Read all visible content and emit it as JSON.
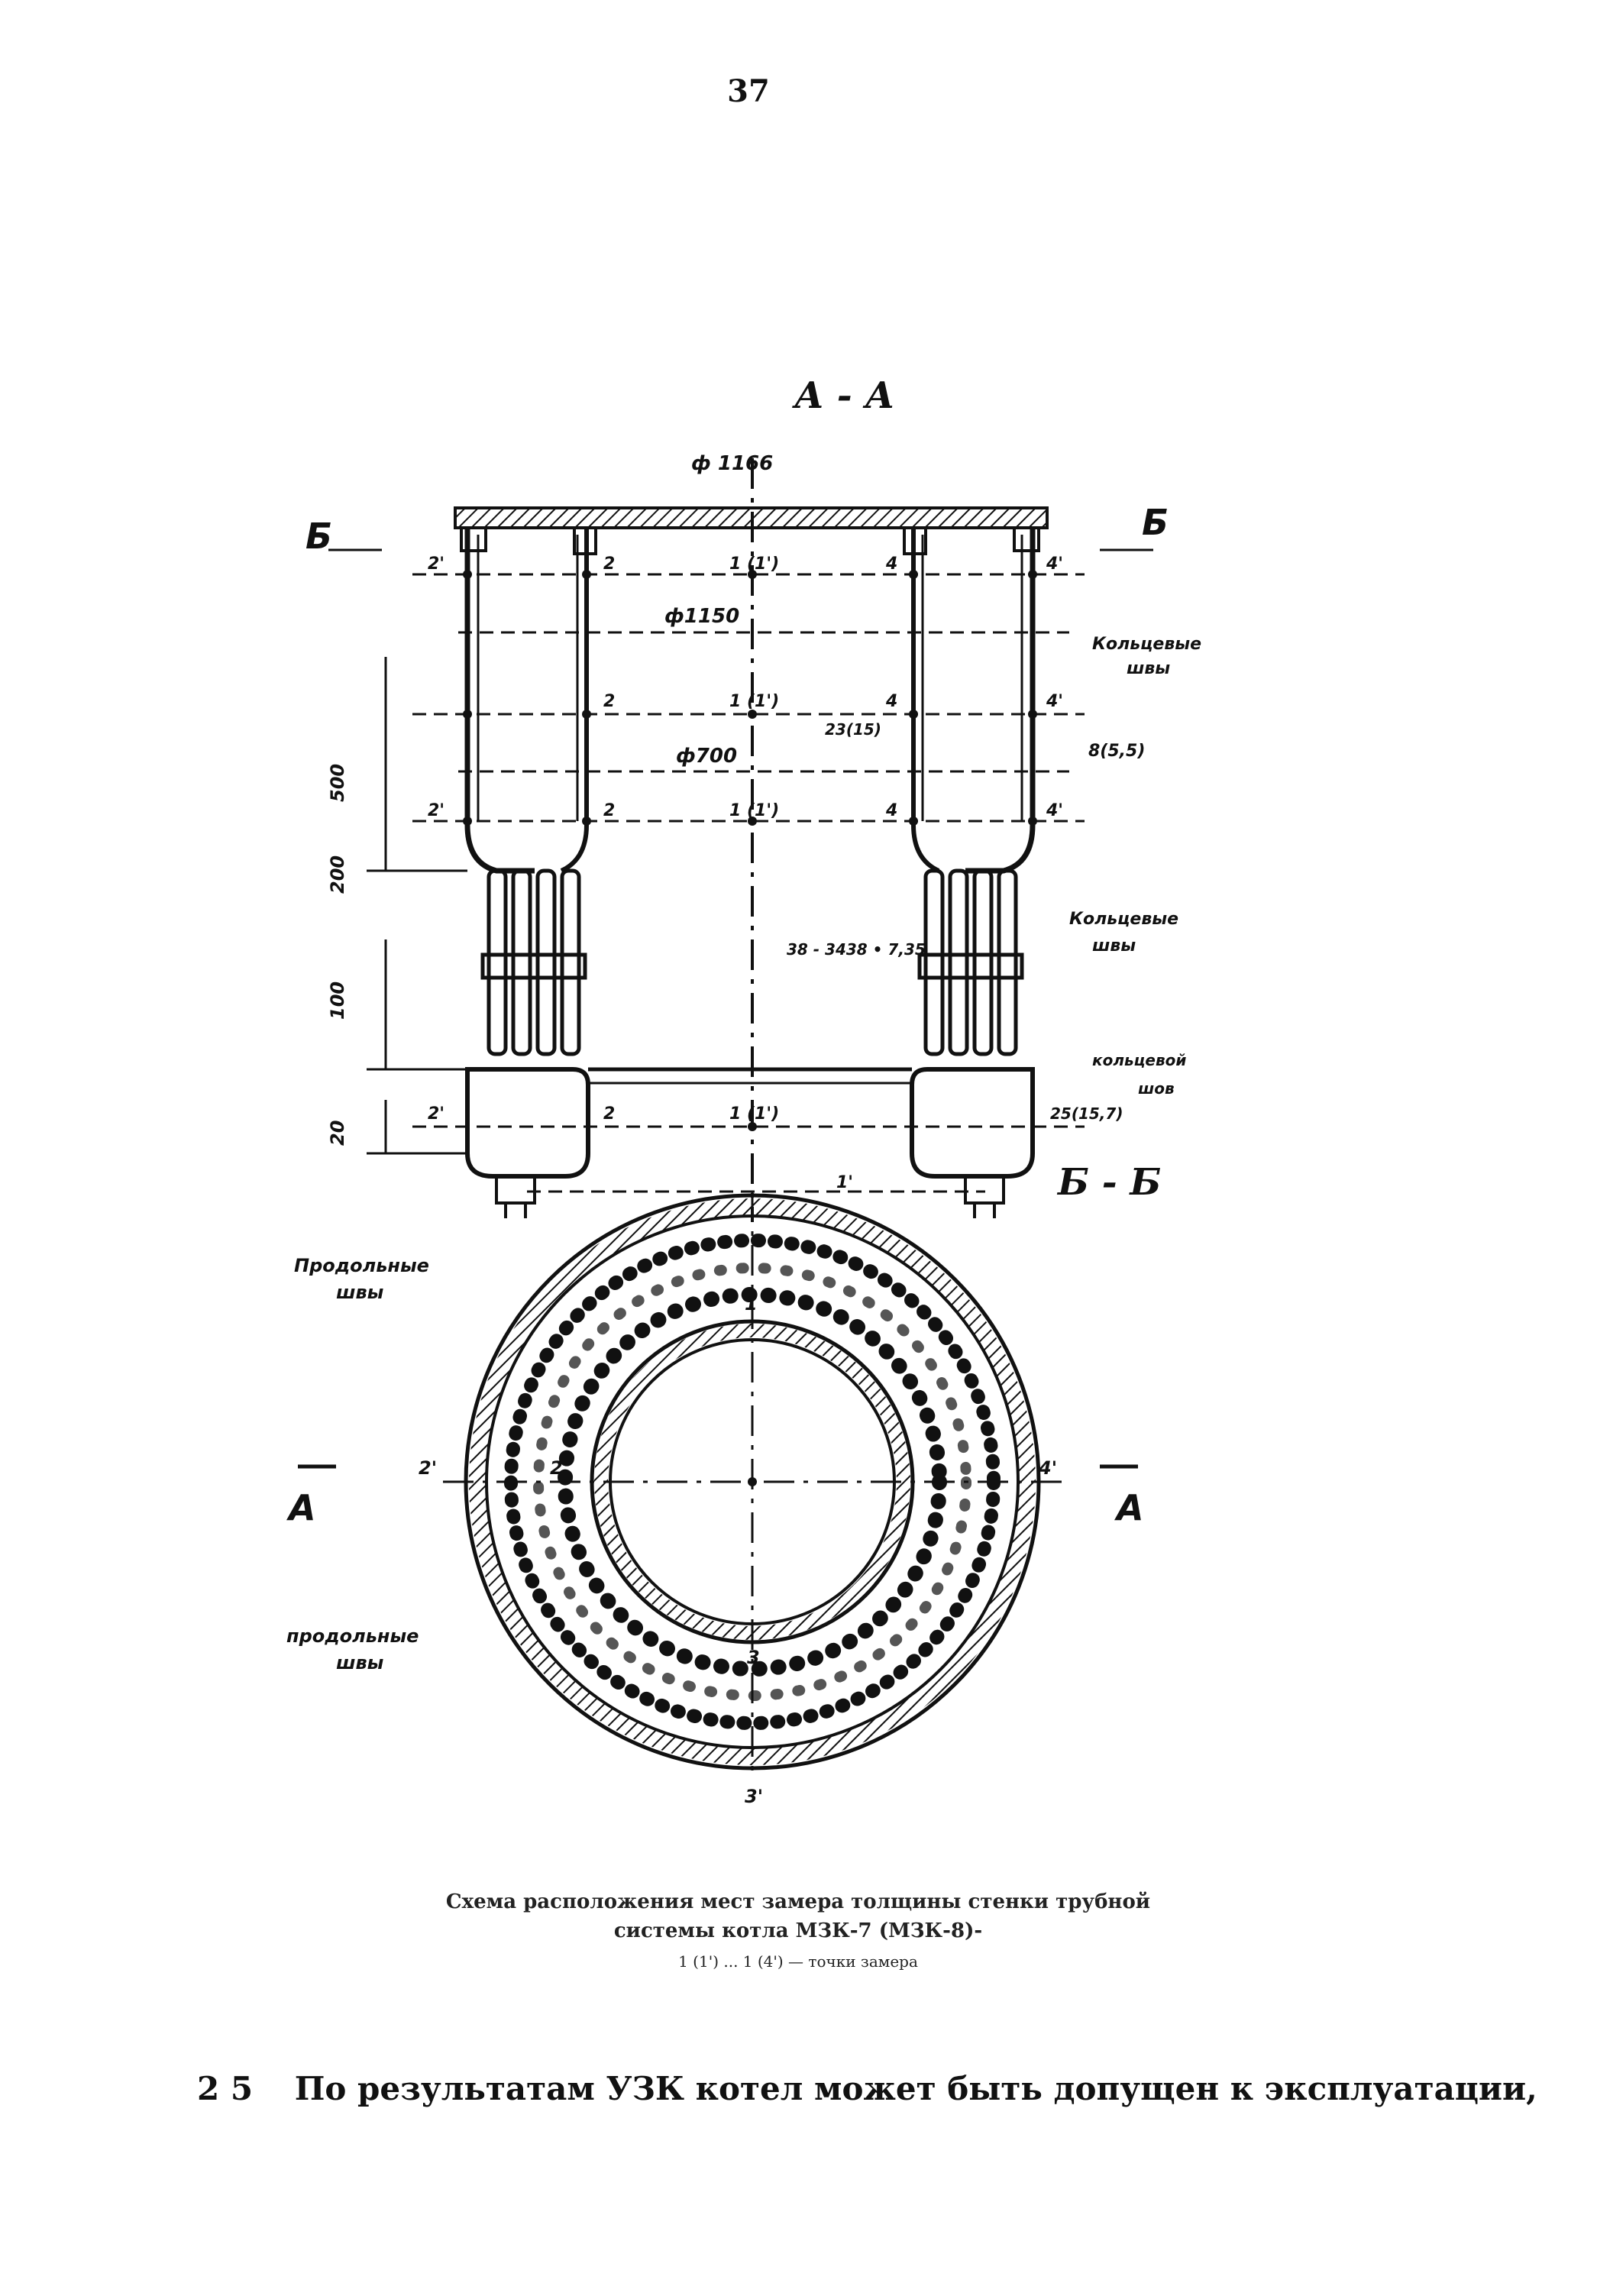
{
  "page_number": "37",
  "section_aa": "А - А",
  "section_bb": "Б - Б",
  "labels": {
    "dia_top": "ф 1166",
    "dia_1150": "ф1150",
    "dia_700": "ф700",
    "b_left": "Б",
    "b_right": "Б",
    "a_left": "А",
    "a_right": "А",
    "ring_seam_1": "Кольцевые",
    "ring_seam_1b": "швы",
    "ring_seam_2": "Кольцевые",
    "ring_seam_2b": "швы",
    "ring_seam_3": "кольцевой",
    "ring_seam_3b": "шов",
    "long_seam_1": "Продольные",
    "long_seam_1b": "швы",
    "long_seam_2": "продольные",
    "long_seam_2b": "швы",
    "thickness_8": "8(5,5)",
    "thickness_25": "25(15,7)",
    "pipe_spec": "38 - 3438 • 7,35",
    "dim_500": "500",
    "dim_200": "200",
    "dim_100": "100",
    "dim_20": "20",
    "point_1_1": "1 (1')",
    "point_2": "2",
    "point_2p": "2'",
    "point_3": "3",
    "point_3p": "3'",
    "point_4": "4",
    "point_4p": "4'",
    "point_1": "1",
    "point_1p": "1'",
    "frac": "23(15)"
  },
  "caption": {
    "line1": "Схема расположения мест замера толщины стенки трубной",
    "line2": "системы котла МЗК-7 (МЗК-8)-",
    "line3": "1 (1')  ...  1 (4')  —  точки замера"
  },
  "clause": {
    "number": "2 5",
    "text": "По результатам УЗК котел может быть допущен к эксплуатации,"
  }
}
